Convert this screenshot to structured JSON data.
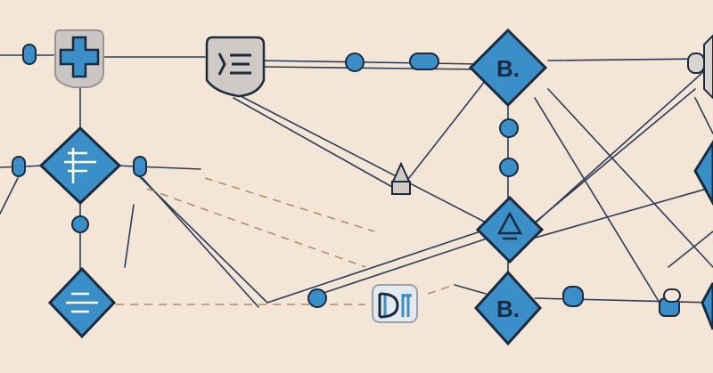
{
  "diagram": {
    "nodes": [
      {
        "id": "plus-top-left",
        "shape": "shield",
        "icon": "plus-icon",
        "label": ""
      },
      {
        "id": "shield-e",
        "shape": "shield",
        "icon": "e-glyph-icon",
        "label": ""
      },
      {
        "id": "diamond-b-top",
        "shape": "diamond",
        "icon": "",
        "label": "B."
      },
      {
        "id": "diamond-left-mid",
        "shape": "diamond",
        "icon": "lines-icon",
        "label": ""
      },
      {
        "id": "diamond-left-bottom",
        "shape": "diamond",
        "icon": "lines-icon",
        "label": ""
      },
      {
        "id": "diamond-center",
        "shape": "diamond",
        "icon": "triangle-icon",
        "label": ""
      },
      {
        "id": "diamond-b-bottom",
        "shape": "diamond",
        "icon": "",
        "label": "B."
      },
      {
        "id": "chip-db",
        "shape": "chip",
        "icon": "db-glyph-icon",
        "label": ""
      }
    ],
    "colors": {
      "background": "#f4e6d6",
      "node_fill": "#3a8fc8",
      "node_stroke": "#1b2a3f",
      "line": "#2b3a5a",
      "dashed_line": "#b08a62",
      "chip_fill": "#e6e9ee"
    }
  }
}
